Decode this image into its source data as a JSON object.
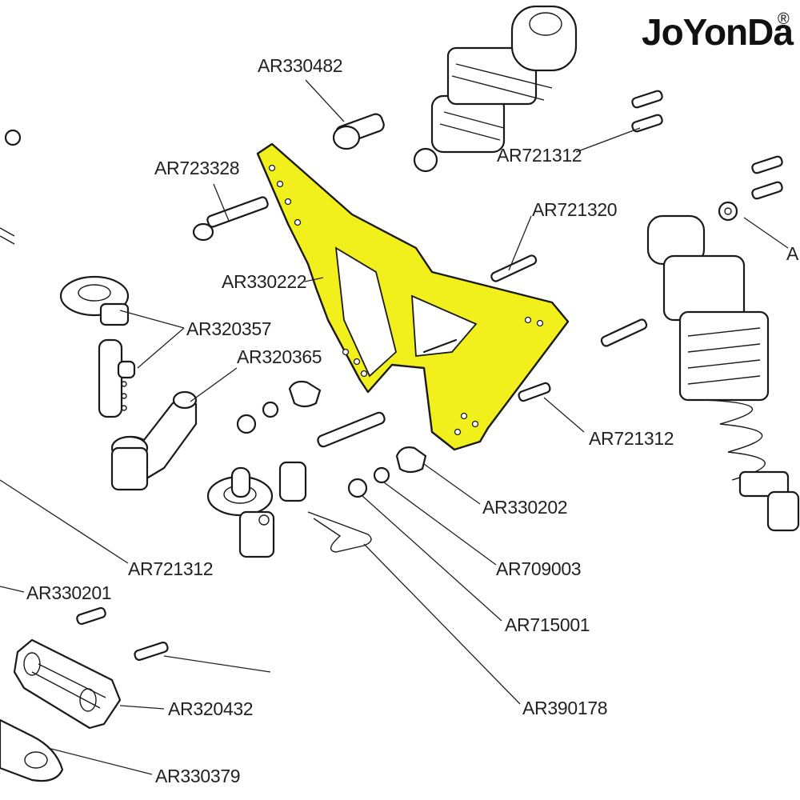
{
  "brand": {
    "name": "JoYonDa",
    "registered_mark": "®"
  },
  "highlight_color": "#f2f01c",
  "callouts": {
    "shock_cap_end": "AR330482",
    "upper_screw": "AR723328",
    "shock_tower": "AR330222",
    "shock_mount_set": "AR320357",
    "shock_mount_arm": "AR320365",
    "pins_upper_right": "AR721312",
    "tower_pin": "AR721320",
    "pins_mid_right": "AR721312",
    "ball_stud": "AR330202",
    "washer": "AR709003",
    "nut": "AR715001",
    "body_clip": "AR390178",
    "pins_left": "AR721312",
    "lower_left_a": "AR330201",
    "bumper": "AR320432",
    "lower_arm": "AR330379",
    "cut_right": "AI"
  }
}
